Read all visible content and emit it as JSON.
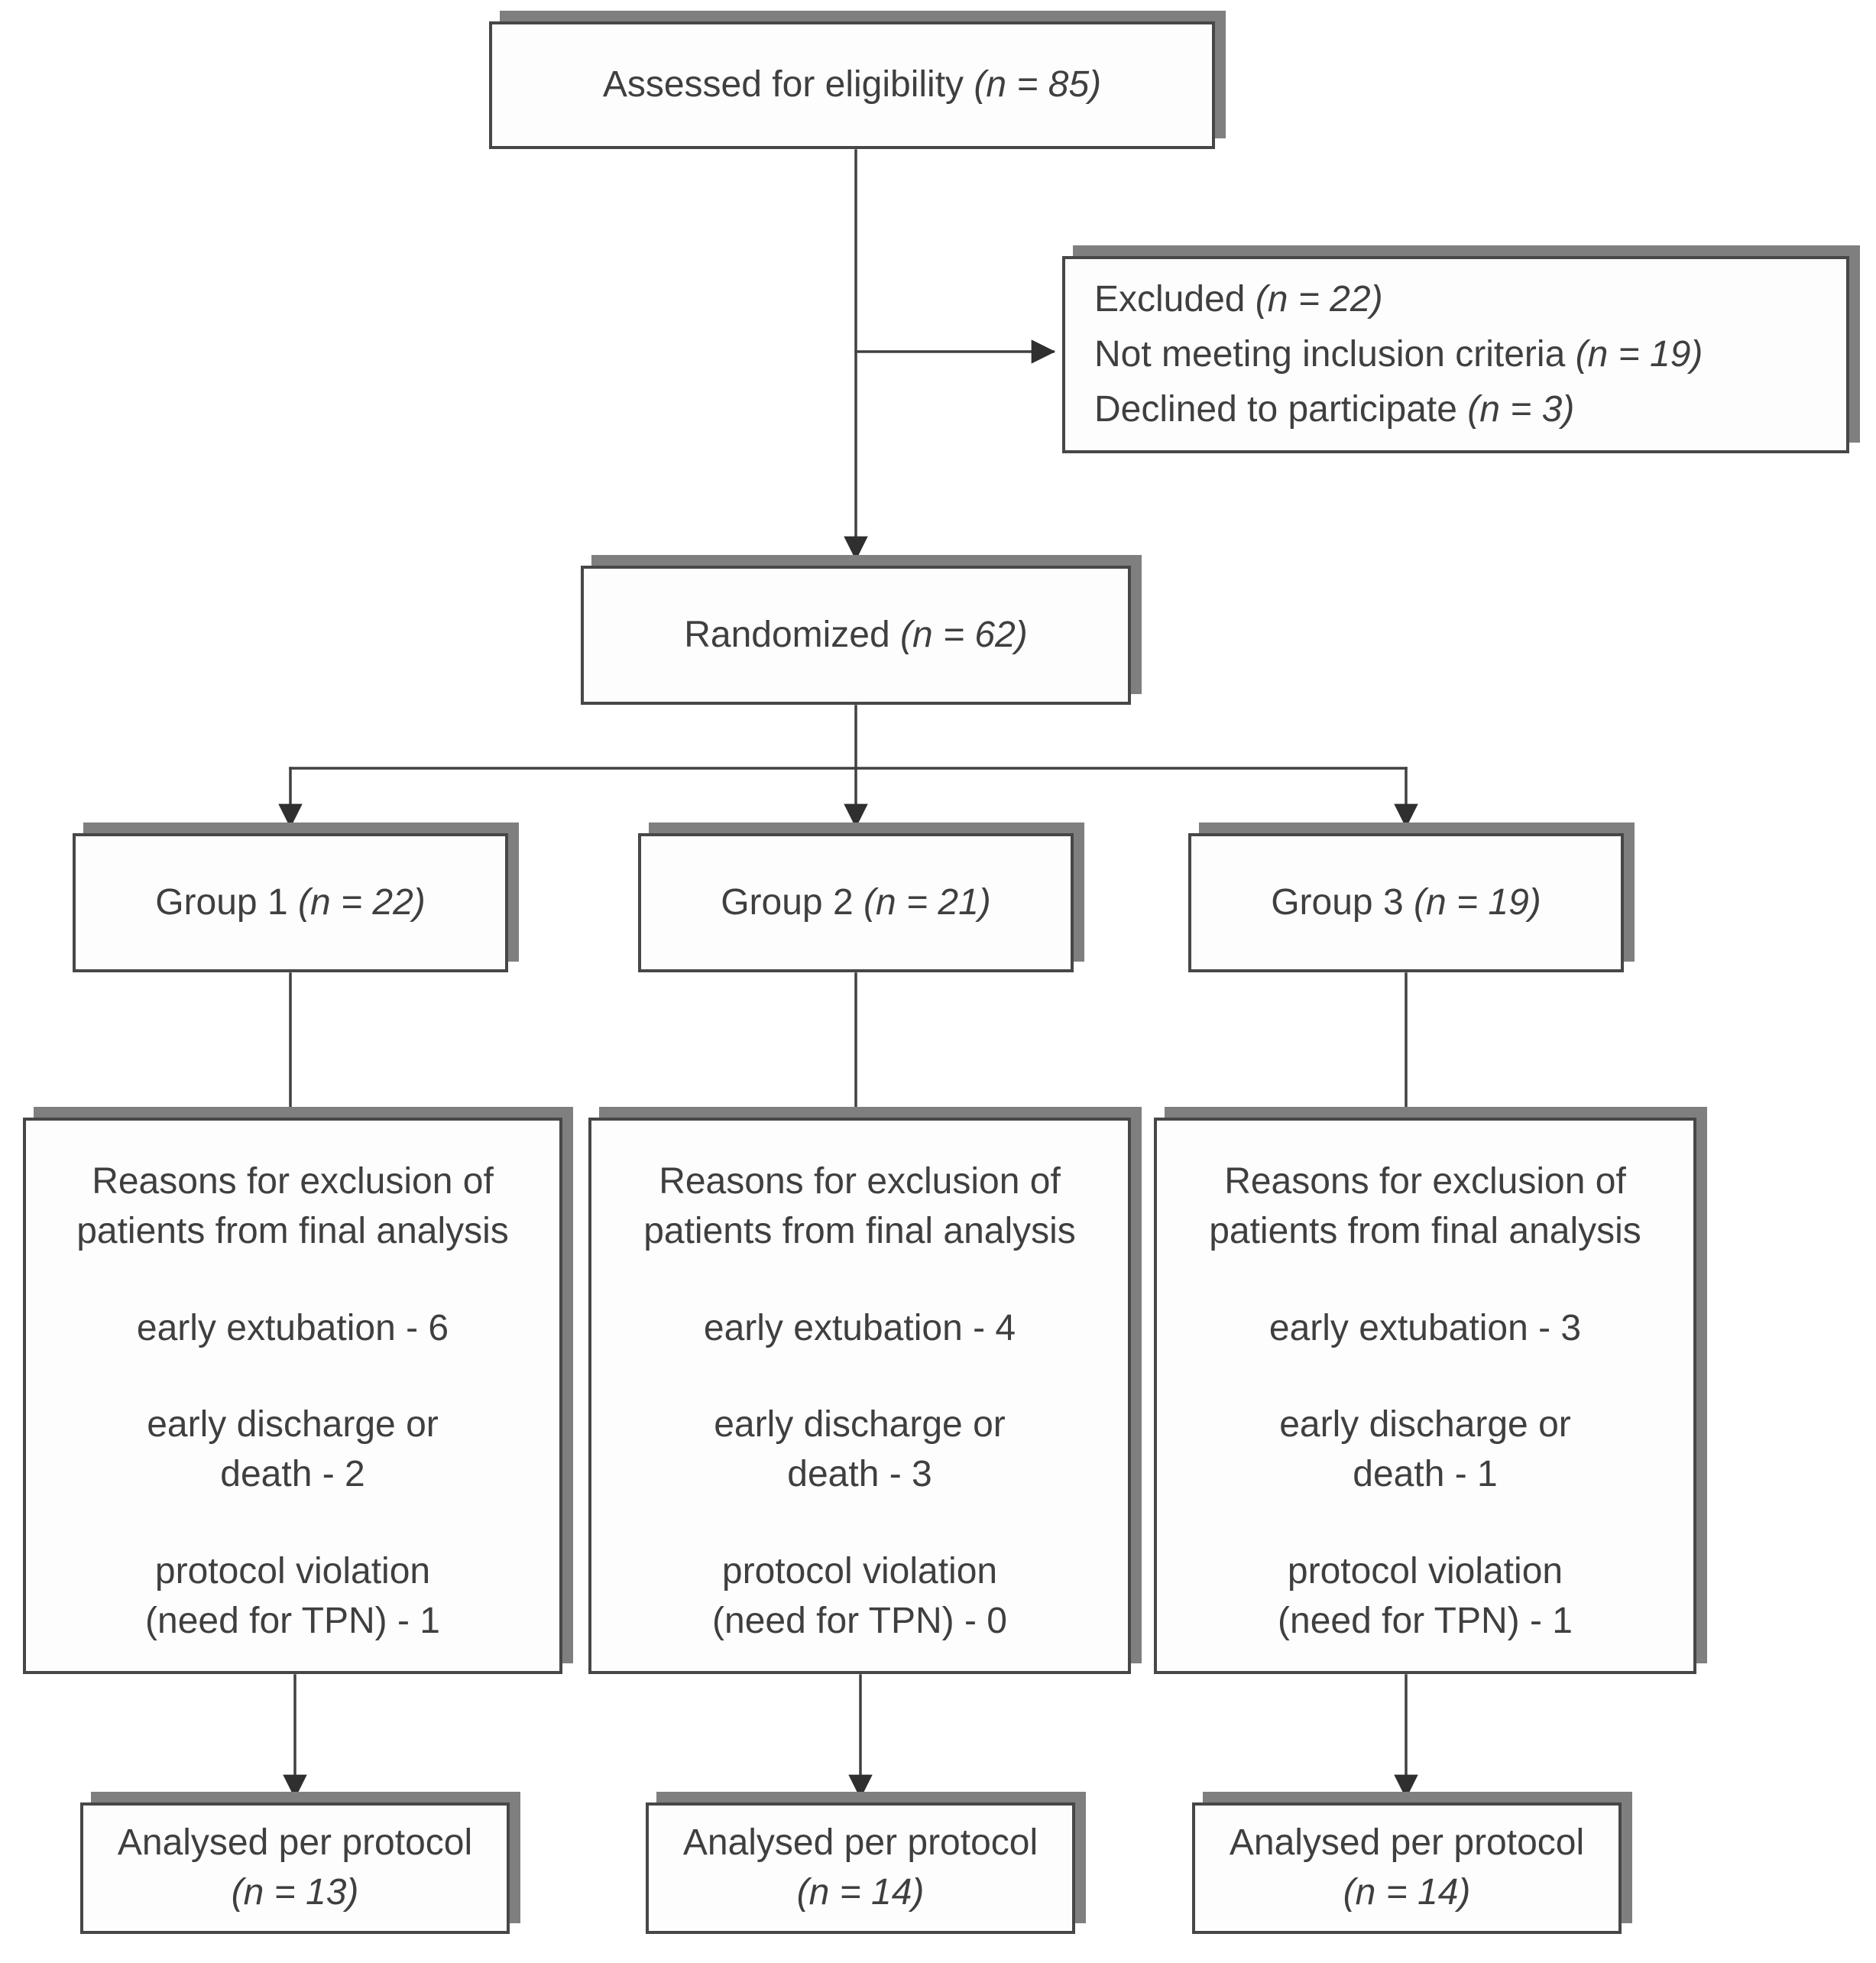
{
  "flowchart": {
    "assessed": {
      "text": "Assessed for eligibility ",
      "n": "(n = 85)"
    },
    "excluded": {
      "lines": [
        {
          "text": "Excluded ",
          "n": "(n = 22)"
        },
        {
          "text": "Not meeting inclusion criteria ",
          "n": "(n = 19)"
        },
        {
          "text": "Declined to participate ",
          "n": "(n = 3)"
        }
      ]
    },
    "randomized": {
      "text": "Randomized ",
      "n": "(n = 62)"
    },
    "groups": [
      {
        "label": "Group 1 ",
        "n": "(n = 22)",
        "reasons_title": "Reasons for exclusion of patients from final analysis",
        "reason_extubation": "early extubation - 6",
        "reason_discharge": "early discharge or death - 2",
        "reason_protocol": "protocol violation (need for TPN) - 1",
        "analysed_text": "Analysed per protocol",
        "analysed_n": "(n = 13)"
      },
      {
        "label": "Group 2 ",
        "n": "(n = 21)",
        "reasons_title": "Reasons for exclusion of patients from final analysis",
        "reason_extubation": "early extubation - 4",
        "reason_discharge": "early discharge or death - 3",
        "reason_protocol": "protocol violation (need for TPN) - 0",
        "analysed_text": "Analysed per protocol",
        "analysed_n": "(n = 14)"
      },
      {
        "label": "Group 3 ",
        "n": "(n = 19)",
        "reasons_title": "Reasons for exclusion of patients from final analysis",
        "reason_extubation": "early extubation - 3",
        "reason_discharge": "early discharge or death - 1",
        "reason_protocol": "protocol violation (need for TPN) - 1",
        "analysed_text": "Analysed per protocol",
        "analysed_n": "(n = 14)"
      }
    ]
  },
  "colors": {
    "box_border": "#474747",
    "box_shadow": "#7f7f7f",
    "connector": "#404040",
    "text": "#3f3f3f",
    "background": "#ffffff"
  }
}
